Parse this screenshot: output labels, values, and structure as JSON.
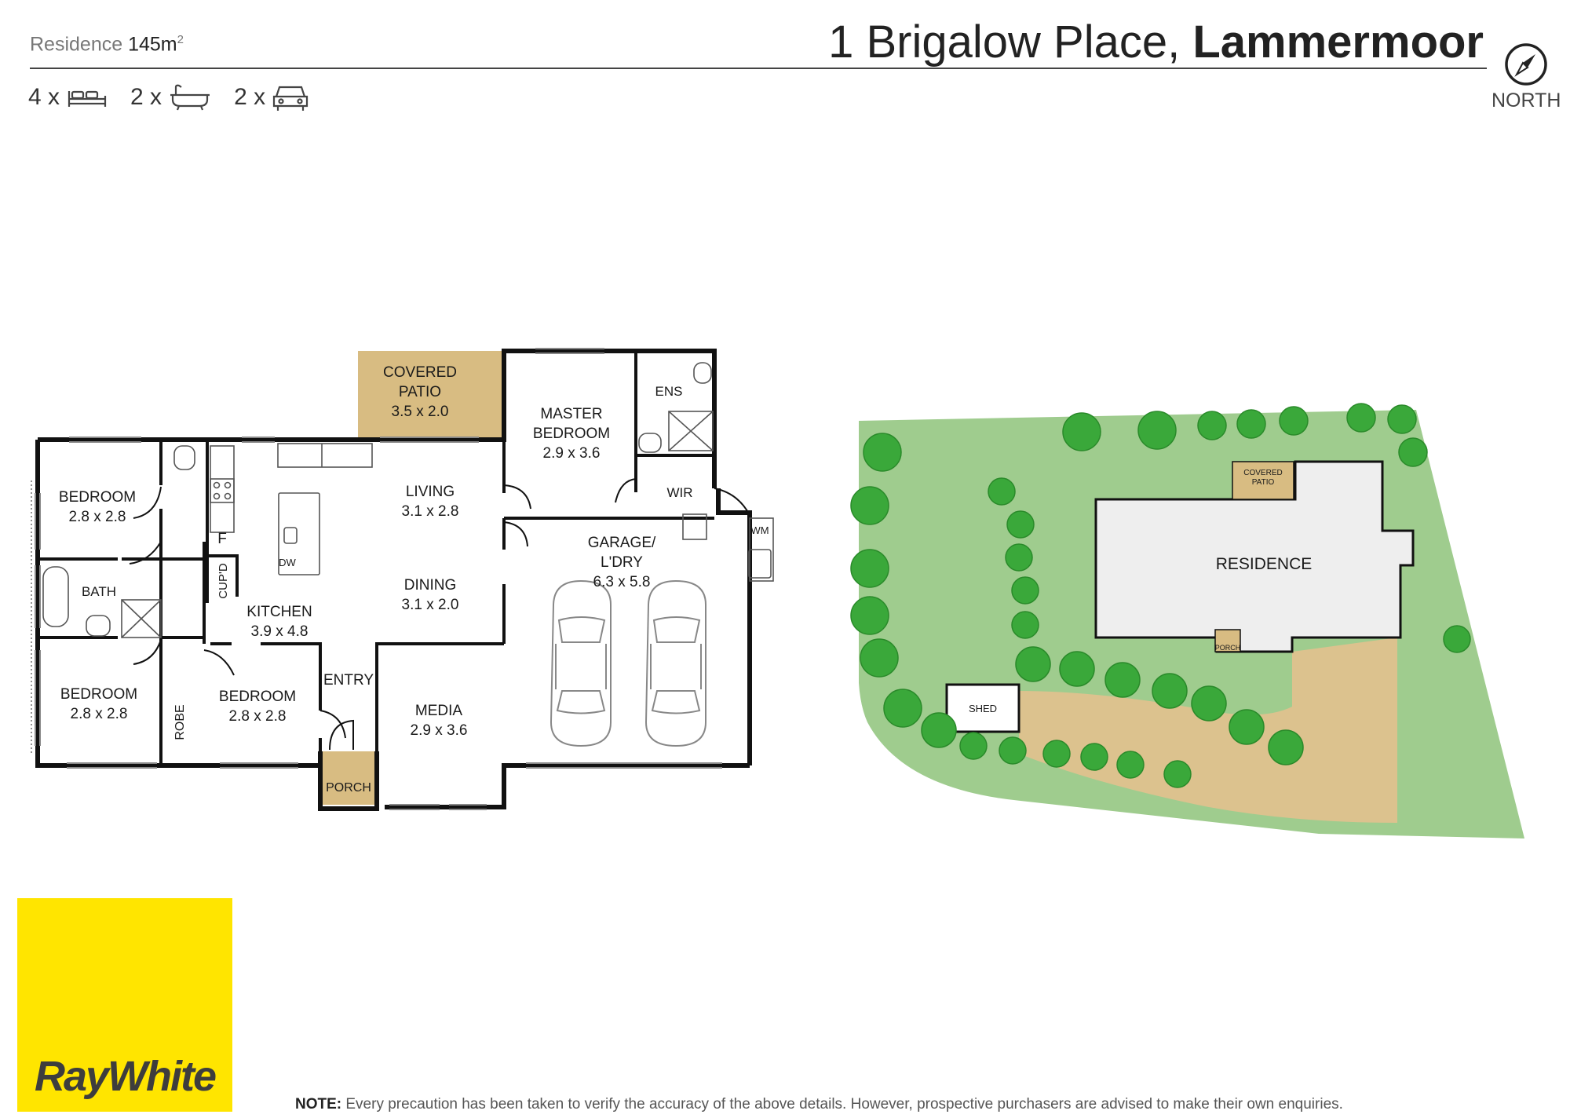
{
  "header": {
    "residence_label": "Residence",
    "residence_area": "145m",
    "residence_unit_sup": "2",
    "address_street": "1 Brigalow Place, ",
    "address_suburb": "Lammermoor",
    "north_label": "NORTH"
  },
  "features": [
    {
      "count": "4 x",
      "icon": "bed-icon"
    },
    {
      "count": "2 x",
      "icon": "bathtub-icon"
    },
    {
      "count": "2 x",
      "icon": "car-icon"
    }
  ],
  "floorplan": {
    "rooms": {
      "covered_patio": {
        "name1": "COVERED",
        "name2": "PATIO",
        "dims": "3.5 x 2.0"
      },
      "master_bedroom": {
        "name1": "MASTER",
        "name2": "BEDROOM",
        "dims": "2.9 x 3.6"
      },
      "ens": {
        "name": "ENS"
      },
      "wir": {
        "name": "WIR"
      },
      "bedroom_top_left": {
        "name": "BEDROOM",
        "dims": "2.8 x 2.8"
      },
      "bath": {
        "name": "BATH"
      },
      "bedroom_bottom_left": {
        "name": "BEDROOM",
        "dims": "2.8 x 2.8"
      },
      "robe": {
        "name": "ROBE"
      },
      "bedroom_bottom_mid": {
        "name": "BEDROOM",
        "dims": "2.8 x 2.8"
      },
      "fridge": {
        "name": "F"
      },
      "cupd": {
        "name": "CUP'D"
      },
      "dw": {
        "name": "DW"
      },
      "kitchen": {
        "name": "KITCHEN",
        "dims": "3.9 x 4.8"
      },
      "living": {
        "name": "LIVING",
        "dims": "3.1 x 2.8"
      },
      "dining": {
        "name": "DINING",
        "dims": "3.1 x 2.0"
      },
      "entry": {
        "name": "ENTRY"
      },
      "porch": {
        "name": "PORCH"
      },
      "media": {
        "name": "MEDIA",
        "dims": "2.9 x 3.6"
      },
      "garage": {
        "name1": "GARAGE/",
        "name2": "L'DRY",
        "dims": "6.3 x 5.8"
      },
      "wm": {
        "name": "WM"
      }
    }
  },
  "siteplan": {
    "covered_patio_1": "COVERED",
    "covered_patio_2": "PATIO",
    "residence": "RESIDENCE",
    "porch": "PORCH",
    "shed": "SHED"
  },
  "brand": {
    "logo_text": "RayWhite",
    "color": "#ffe500"
  },
  "footer": {
    "note_label": "NOTE:",
    "note_text": " Every precaution has been taken to verify the accuracy of the above details. However, prospective purchasers are advised to make their own enquiries."
  },
  "colors": {
    "lawn": "#9fcc8e",
    "tree": "#3aa83a",
    "driveway": "#dcc28e",
    "patio": "#d8bc82",
    "wall": "#111111"
  }
}
